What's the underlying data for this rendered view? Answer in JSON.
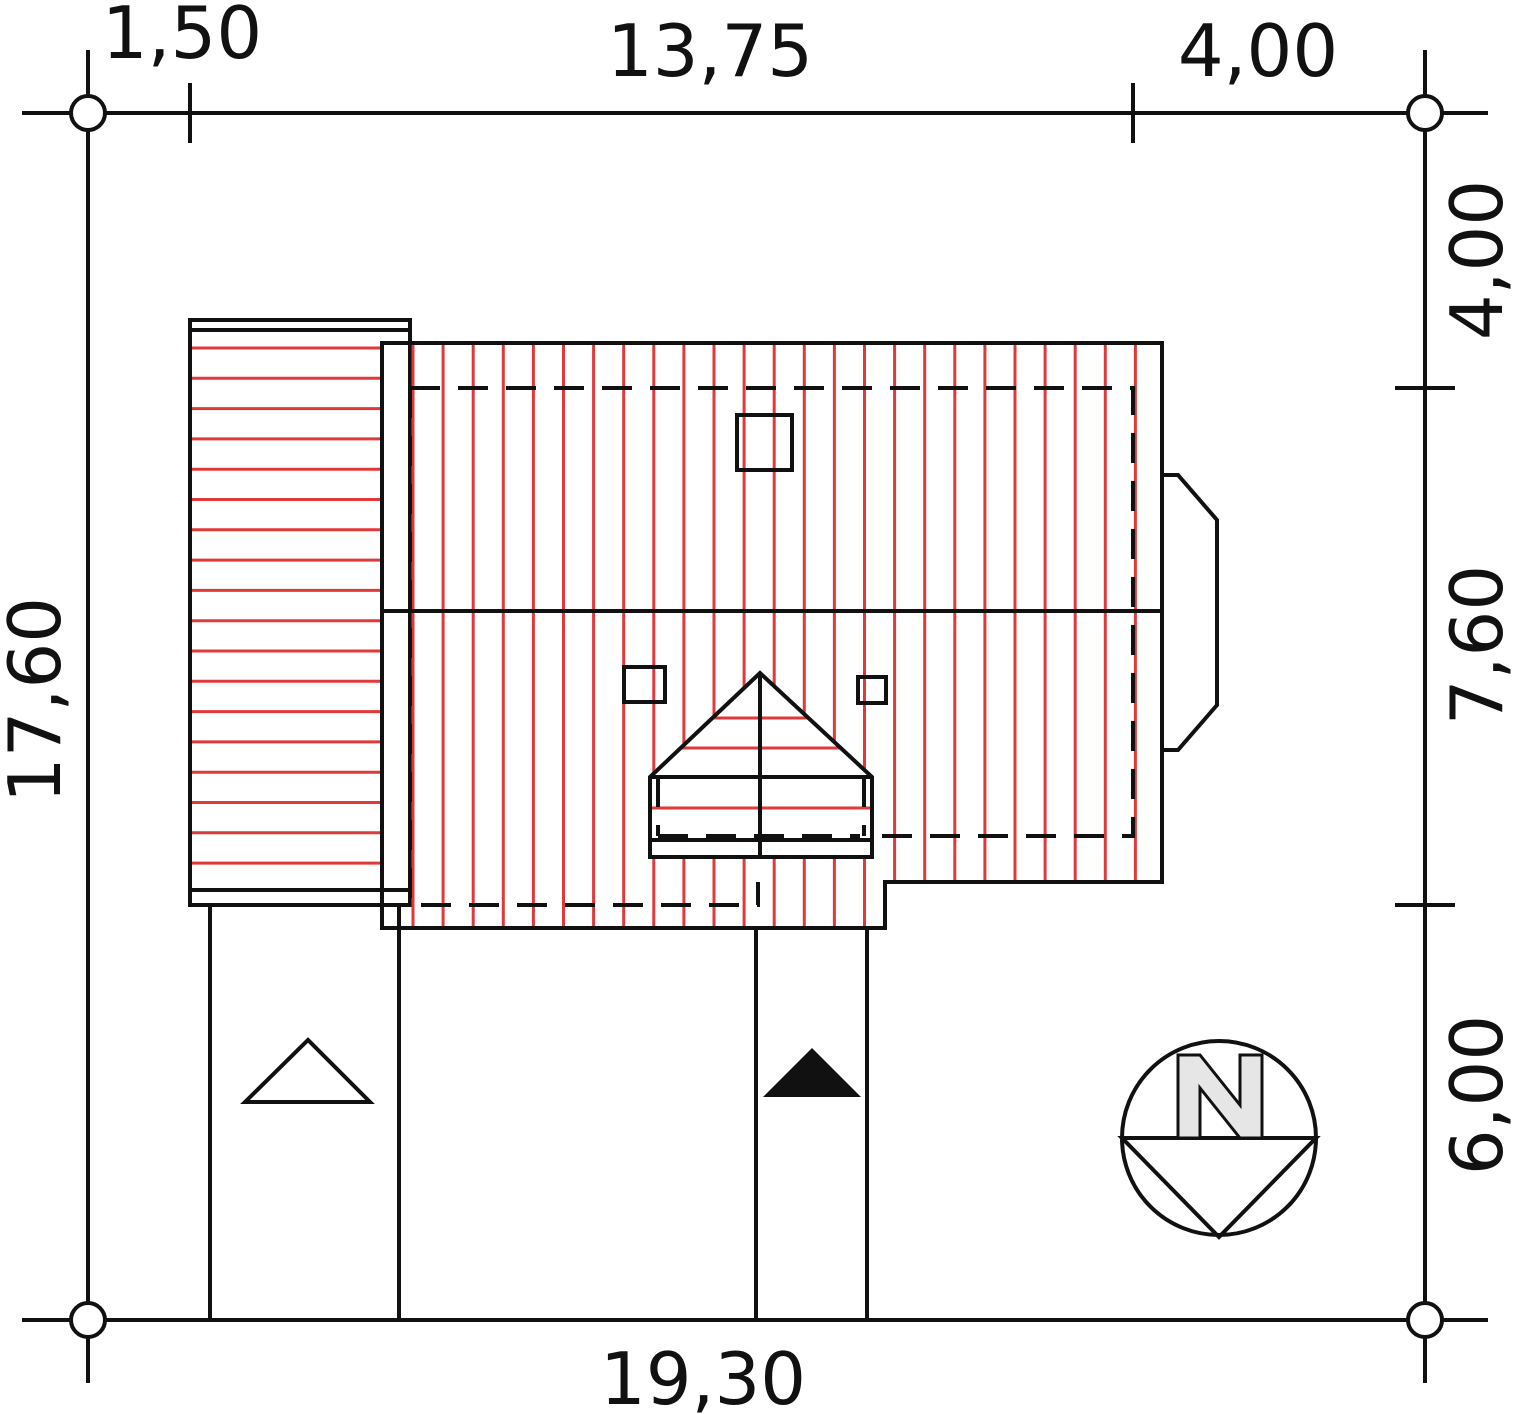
{
  "colors": {
    "lot": "#c5df9c",
    "roof_hatch": "#e0393a",
    "paving": "#e6e6e6",
    "line": "#111111"
  },
  "dimensions": {
    "top_left": "1,50",
    "top_middle": "13,75",
    "top_right": "4,00",
    "bottom": "19,30",
    "left": "17,60",
    "right_top": "4,00",
    "right_middle": "7,60",
    "right_bottom": "6,00"
  },
  "compass": {
    "label": "N"
  }
}
